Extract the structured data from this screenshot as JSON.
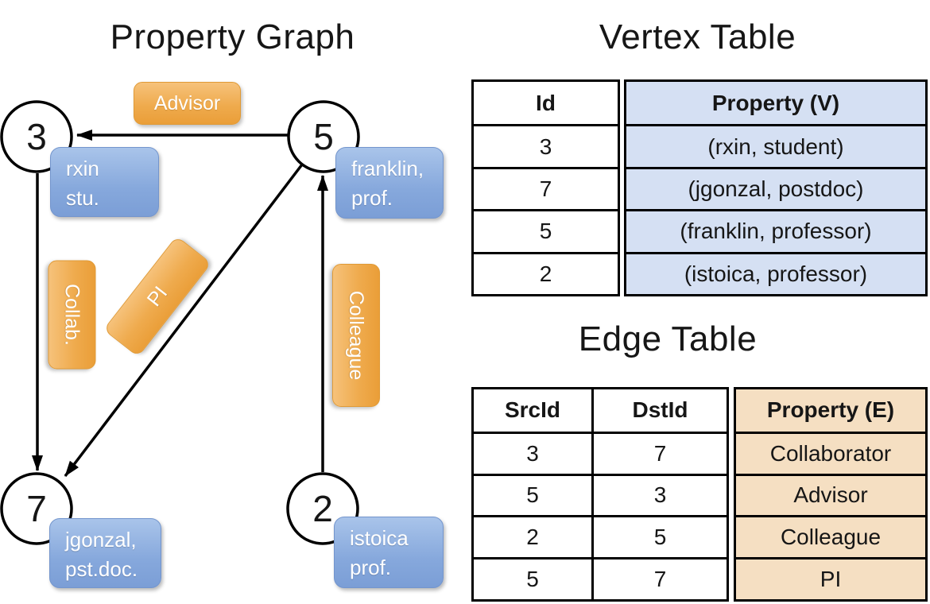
{
  "titles": {
    "property_graph": "Property Graph",
    "vertex_table": "Vertex Table",
    "edge_table": "Edge Table"
  },
  "graph": {
    "nodes": [
      {
        "id": "3",
        "property_line1": "rxin",
        "property_line2": "stu."
      },
      {
        "id": "5",
        "property_line1": "franklin,",
        "property_line2": "prof."
      },
      {
        "id": "7",
        "property_line1": "jgonzal,",
        "property_line2": "pst.doc."
      },
      {
        "id": "2",
        "property_line1": "istoica",
        "property_line2": "prof."
      }
    ],
    "edge_labels": {
      "advisor": "Advisor",
      "collab": "Collab.",
      "pi": "PI",
      "colleague": "Colleague"
    }
  },
  "vertex_table": {
    "headers": {
      "id": "Id",
      "property": "Property (V)"
    },
    "rows": [
      {
        "id": "3",
        "property": "(rxin, student)"
      },
      {
        "id": "7",
        "property": "(jgonzal, postdoc)"
      },
      {
        "id": "5",
        "property": "(franklin, professor)"
      },
      {
        "id": "2",
        "property": "(istoica, professor)"
      }
    ]
  },
  "edge_table": {
    "headers": {
      "src": "SrcId",
      "dst": "DstId",
      "property": "Property (E)"
    },
    "rows": [
      {
        "src": "3",
        "dst": "7",
        "property": "Collaborator"
      },
      {
        "src": "5",
        "dst": "3",
        "property": "Advisor"
      },
      {
        "src": "2",
        "dst": "5",
        "property": "Colleague"
      },
      {
        "src": "5",
        "dst": "7",
        "property": "PI"
      }
    ]
  },
  "colors": {
    "edge_label_fill": "#efab4e",
    "vertex_box_fill": "#86a8dc",
    "vertex_table_fill": "#d5e0f3",
    "edge_table_fill": "#f5dfc2",
    "line_color": "#000000"
  }
}
